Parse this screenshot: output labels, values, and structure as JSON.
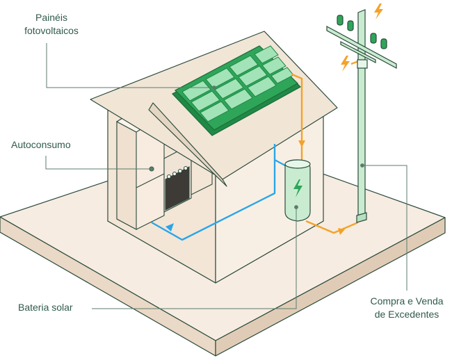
{
  "labels": {
    "panels": "Painéis\nfotovoltaicos",
    "self_consumption": "Autoconsumo",
    "battery": "Bateria solar",
    "grid": "Compra e Venda\nde Excedentes"
  },
  "colors": {
    "floor": "#f6ece1",
    "outline": "#2b4a3c",
    "panel_green": "#2fa55a",
    "panel_cell": "#9fe0b3",
    "pole_green": "#c9ecd0",
    "flow_blue": "#2aa6e8",
    "flow_orange": "#f4a22a",
    "leader": "#5c7a6e"
  },
  "icons": [
    "lightning-icon",
    "lightning-icon"
  ]
}
